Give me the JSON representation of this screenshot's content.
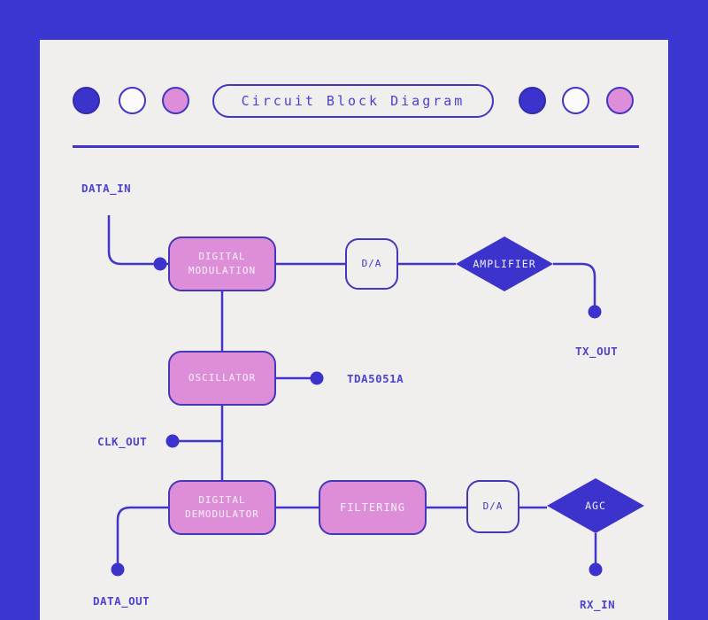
{
  "title": "Circuit Block Diagram",
  "colors": {
    "frame_blue": "#3b36d2",
    "canvas": "#f0efee",
    "accent_blue": "#4136c7",
    "fill_blue": "#3b33cb",
    "pink": "#de8dd8",
    "label_text": "#4e44cf"
  },
  "header": {
    "left_dots": [
      "blue-filled",
      "hollow",
      "pink-filled"
    ],
    "right_dots": [
      "blue-filled",
      "hollow",
      "pink-filled"
    ]
  },
  "blocks": {
    "digital_modulation": "DIGITAL MODULATION",
    "da_top": "D/A",
    "amplifier": "AMPLIFIER",
    "oscillator": "OSCILLATOR",
    "digital_demodulator": "DIGITAL DEMODULATOR",
    "filtering": "FILTERING",
    "da_bottom": "D/A",
    "agc": "AGC"
  },
  "pins": {
    "data_in": "DATA_IN",
    "tx_out": "TX_OUT",
    "part_number": "TDA5051A",
    "clk_out": "CLK_OUT",
    "data_out": "DATA_OUT",
    "rx_in": "RX_IN"
  }
}
